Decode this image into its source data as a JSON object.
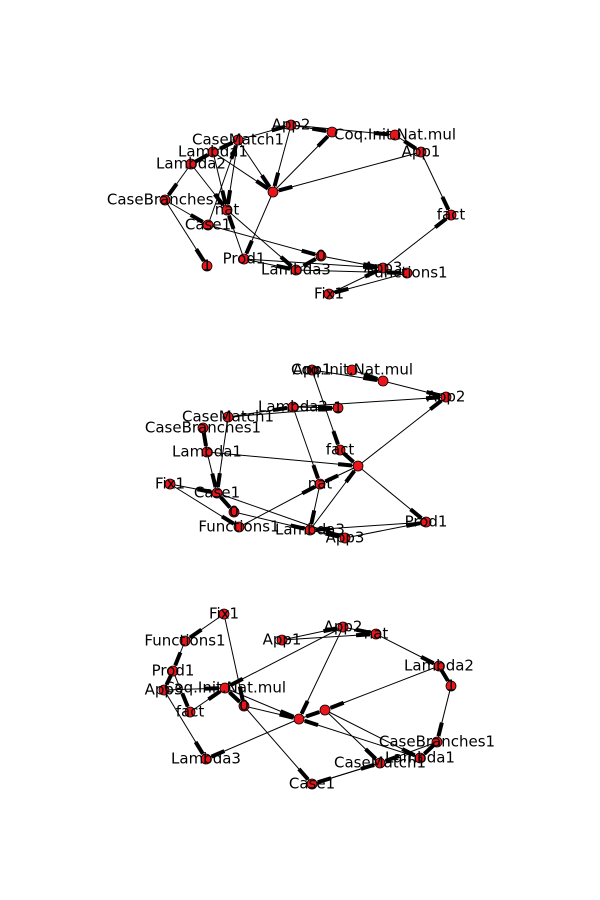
{
  "colors": {
    "node_fill": "#e8161b",
    "node_stroke": "#000000",
    "edge": "#000000",
    "background": "#ffffff",
    "label": "#000000"
  },
  "graphs": [
    {
      "name": "graph-top",
      "nodes": [
        {
          "id": "App2",
          "label": "App2"
        },
        {
          "id": "Coq.Init.Nat.mul",
          "label": "Coq.Init.Nat.mul"
        },
        {
          "id": "CaseMatch1",
          "label": "CaseMatch1"
        },
        {
          "id": "Lambda1",
          "label": "Lambda1"
        },
        {
          "id": "Lambda2",
          "label": "Lambda2"
        },
        {
          "id": "App1",
          "label": "App1"
        },
        {
          "id": "CaseBranches1",
          "label": "CaseBranches1"
        },
        {
          "id": "nat",
          "label": "nat"
        },
        {
          "id": "fact",
          "label": "fact"
        },
        {
          "id": "Case1",
          "label": "Case1"
        },
        {
          "id": "Prod1",
          "label": "Prod1"
        },
        {
          "id": "Lambda3",
          "label": "Lambda3"
        },
        {
          "id": "App3",
          "label": "App3"
        },
        {
          "id": "Functions1",
          "label": "Functions1"
        },
        {
          "id": "Fix1",
          "label": "Fix1"
        },
        {
          "id": "zero",
          "label": "0"
        },
        {
          "id": "one",
          "label": "1"
        },
        {
          "id": "S",
          "label": ""
        },
        {
          "id": "x",
          "label": ""
        }
      ],
      "edges": [
        [
          "App2",
          "Coq.Init.Nat.mul"
        ],
        [
          "App2",
          "x"
        ],
        [
          "Coq.Init.Nat.mul",
          "App1"
        ],
        [
          "App1",
          "S"
        ],
        [
          "App1",
          "fact"
        ],
        [
          "App2",
          "S"
        ],
        [
          "CaseMatch1",
          "S"
        ],
        [
          "CaseMatch1",
          "nat"
        ],
        [
          "Lambda1",
          "CaseMatch1"
        ],
        [
          "Lambda1",
          "S"
        ],
        [
          "Lambda1",
          "nat"
        ],
        [
          "Lambda2",
          "Lambda1"
        ],
        [
          "Lambda2",
          "CaseBranches1"
        ],
        [
          "CaseBranches1",
          "one"
        ],
        [
          "CaseBranches1",
          "Case1"
        ],
        [
          "Case1",
          "CaseMatch1"
        ],
        [
          "Case1",
          "zero"
        ],
        [
          "nat",
          "Lambda3"
        ],
        [
          "S",
          "Prod1"
        ],
        [
          "S",
          "x"
        ],
        [
          "Prod1",
          "nat"
        ],
        [
          "Prod1",
          "Lambda3"
        ],
        [
          "Lambda3",
          "zero"
        ],
        [
          "zero",
          "App3"
        ],
        [
          "App3",
          "fact"
        ],
        [
          "Lambda3",
          "Functions1"
        ],
        [
          "Functions1",
          "Fix1"
        ],
        [
          "Fix1",
          "App3"
        ],
        [
          "Lambda2",
          "nat"
        ],
        [
          "CaseMatch1",
          "App2"
        ],
        [
          "Prod1",
          "App3"
        ]
      ]
    },
    {
      "name": "graph-middle",
      "nodes": [
        {
          "id": "App1",
          "label": "App1"
        },
        {
          "id": "Coq.Init.Nat.mul",
          "label": "Coq.Init.Nat.mul"
        },
        {
          "id": "App2",
          "label": "App2"
        },
        {
          "id": "Lambda2",
          "label": "Lambda2"
        },
        {
          "id": "one",
          "label": "1"
        },
        {
          "id": "CaseMatch1",
          "label": "CaseMatch1"
        },
        {
          "id": "CaseBranches1",
          "label": "CaseBranches1"
        },
        {
          "id": "Lambda1",
          "label": "Lambda1"
        },
        {
          "id": "fact",
          "label": "fact"
        },
        {
          "id": "S",
          "label": ""
        },
        {
          "id": "Fix1",
          "label": "Fix1"
        },
        {
          "id": "nat",
          "label": "nat"
        },
        {
          "id": "Case1",
          "label": "Case1"
        },
        {
          "id": "zero",
          "label": "0"
        },
        {
          "id": "Functions1",
          "label": "Functions1"
        },
        {
          "id": "Lambda3",
          "label": "Lambda3"
        },
        {
          "id": "App3",
          "label": "App3"
        },
        {
          "id": "Prod1",
          "label": "Prod1"
        },
        {
          "id": "x",
          "label": ""
        }
      ],
      "edges": [
        [
          "App1",
          "x"
        ],
        [
          "Coq.Init.Nat.mul",
          "x"
        ],
        [
          "x",
          "App2"
        ],
        [
          "App1",
          "fact"
        ],
        [
          "Lambda2",
          "App2"
        ],
        [
          "Lambda2",
          "one"
        ],
        [
          "Lambda2",
          "nat"
        ],
        [
          "CaseMatch1",
          "one"
        ],
        [
          "CaseMatch1",
          "Case1"
        ],
        [
          "CaseBranches1",
          "Lambda1"
        ],
        [
          "Lambda1",
          "Case1"
        ],
        [
          "Lambda1",
          "S"
        ],
        [
          "fact",
          "S"
        ],
        [
          "S",
          "App2"
        ],
        [
          "S",
          "Prod1"
        ],
        [
          "S",
          "nat"
        ],
        [
          "nat",
          "Lambda3"
        ],
        [
          "Fix1",
          "Case1"
        ],
        [
          "Fix1",
          "Functions1"
        ],
        [
          "Case1",
          "zero"
        ],
        [
          "zero",
          "Lambda3"
        ],
        [
          "Functions1",
          "nat"
        ],
        [
          "Lambda3",
          "App3"
        ],
        [
          "App3",
          "Prod1"
        ],
        [
          "Prod1",
          "Lambda3"
        ],
        [
          "Lambda3",
          "S"
        ],
        [
          "Case1",
          "App3"
        ],
        [
          "CaseMatch1",
          "Lambda2"
        ]
      ]
    },
    {
      "name": "graph-bottom",
      "nodes": [
        {
          "id": "Fix1",
          "label": "Fix1"
        },
        {
          "id": "App2",
          "label": "App2"
        },
        {
          "id": "App1",
          "label": "App1"
        },
        {
          "id": "nat",
          "label": "nat"
        },
        {
          "id": "Functions1",
          "label": "Functions1"
        },
        {
          "id": "Lambda2",
          "label": "Lambda2"
        },
        {
          "id": "Prod1",
          "label": "Prod1"
        },
        {
          "id": "one",
          "label": "1"
        },
        {
          "id": "App3",
          "label": "App3"
        },
        {
          "id": "Coq.Init.Nat.mul",
          "label": "Coq.Init.Nat.mul"
        },
        {
          "id": "fact",
          "label": "fact"
        },
        {
          "id": "zero",
          "label": "0"
        },
        {
          "id": "S",
          "label": ""
        },
        {
          "id": "x",
          "label": ""
        },
        {
          "id": "CaseBranches1",
          "label": "CaseBranches1"
        },
        {
          "id": "Lambda3",
          "label": "Lambda3"
        },
        {
          "id": "CaseMatch1",
          "label": "CaseMatch1"
        },
        {
          "id": "Lambda1",
          "label": "Lambda1"
        },
        {
          "id": "Case1",
          "label": "Case1"
        }
      ],
      "edges": [
        [
          "Fix1",
          "Functions1"
        ],
        [
          "Fix1",
          "zero"
        ],
        [
          "App1",
          "App2"
        ],
        [
          "App1",
          "nat"
        ],
        [
          "App2",
          "nat"
        ],
        [
          "App2",
          "Coq.Init.Nat.mul"
        ],
        [
          "App2",
          "x"
        ],
        [
          "nat",
          "Lambda2"
        ],
        [
          "Lambda2",
          "one"
        ],
        [
          "Lambda2",
          "S"
        ],
        [
          "Functions1",
          "Prod1"
        ],
        [
          "Prod1",
          "fact"
        ],
        [
          "Prod1",
          "App3"
        ],
        [
          "App3",
          "Coq.Init.Nat.mul"
        ],
        [
          "App3",
          "Lambda3"
        ],
        [
          "Coq.Init.Nat.mul",
          "zero"
        ],
        [
          "Coq.Init.Nat.mul",
          "x"
        ],
        [
          "fact",
          "Coq.Init.Nat.mul"
        ],
        [
          "zero",
          "x"
        ],
        [
          "zero",
          "Case1"
        ],
        [
          "x",
          "S"
        ],
        [
          "S",
          "CaseMatch1"
        ],
        [
          "S",
          "Lambda1"
        ],
        [
          "x",
          "Lambda3"
        ],
        [
          "one",
          "CaseBranches1"
        ],
        [
          "CaseBranches1",
          "Lambda1"
        ],
        [
          "CaseBranches1",
          "CaseMatch1"
        ],
        [
          "CaseMatch1",
          "Case1"
        ],
        [
          "Lambda1",
          "x"
        ],
        [
          "Case1",
          "CaseMatch1"
        ]
      ]
    }
  ]
}
